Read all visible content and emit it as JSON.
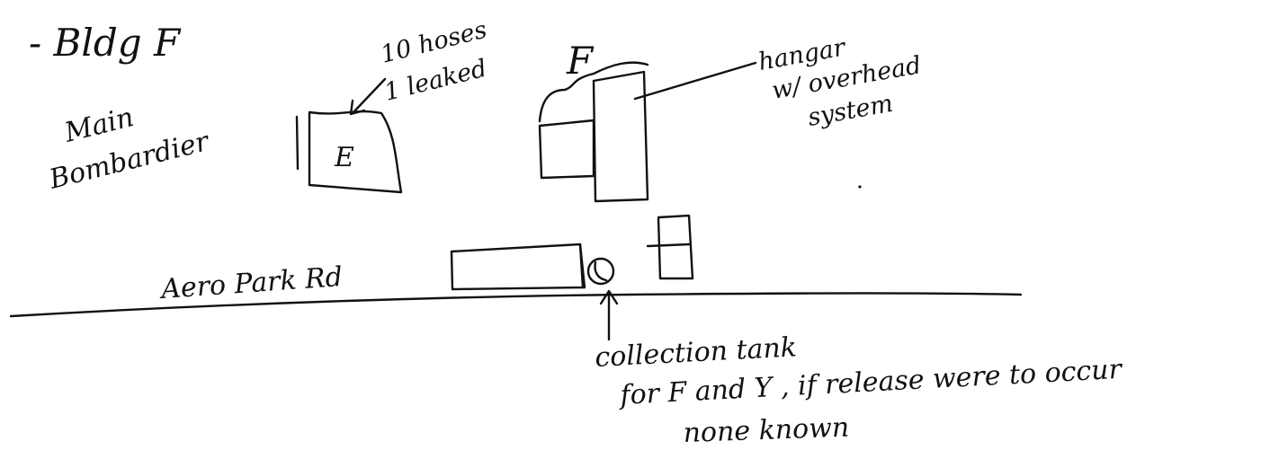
{
  "title": "- Bldg   F",
  "labels": {
    "main": "Main",
    "bombardier": "Bombardier",
    "hoses_line1": "10 hoses",
    "hoses_line2": "1 leaked",
    "building_e": "E",
    "building_f": "F",
    "hangar_line1": "hangar",
    "hangar_line2": "w/ overhead",
    "hangar_line3": "system",
    "road": "Aero Park Rd",
    "tank_line1": "collection tank",
    "tank_line2": "for F and Y , if release were to occur",
    "tank_line3": "none known"
  },
  "colors": {
    "ink": "#111111",
    "paper": "#ffffff"
  }
}
